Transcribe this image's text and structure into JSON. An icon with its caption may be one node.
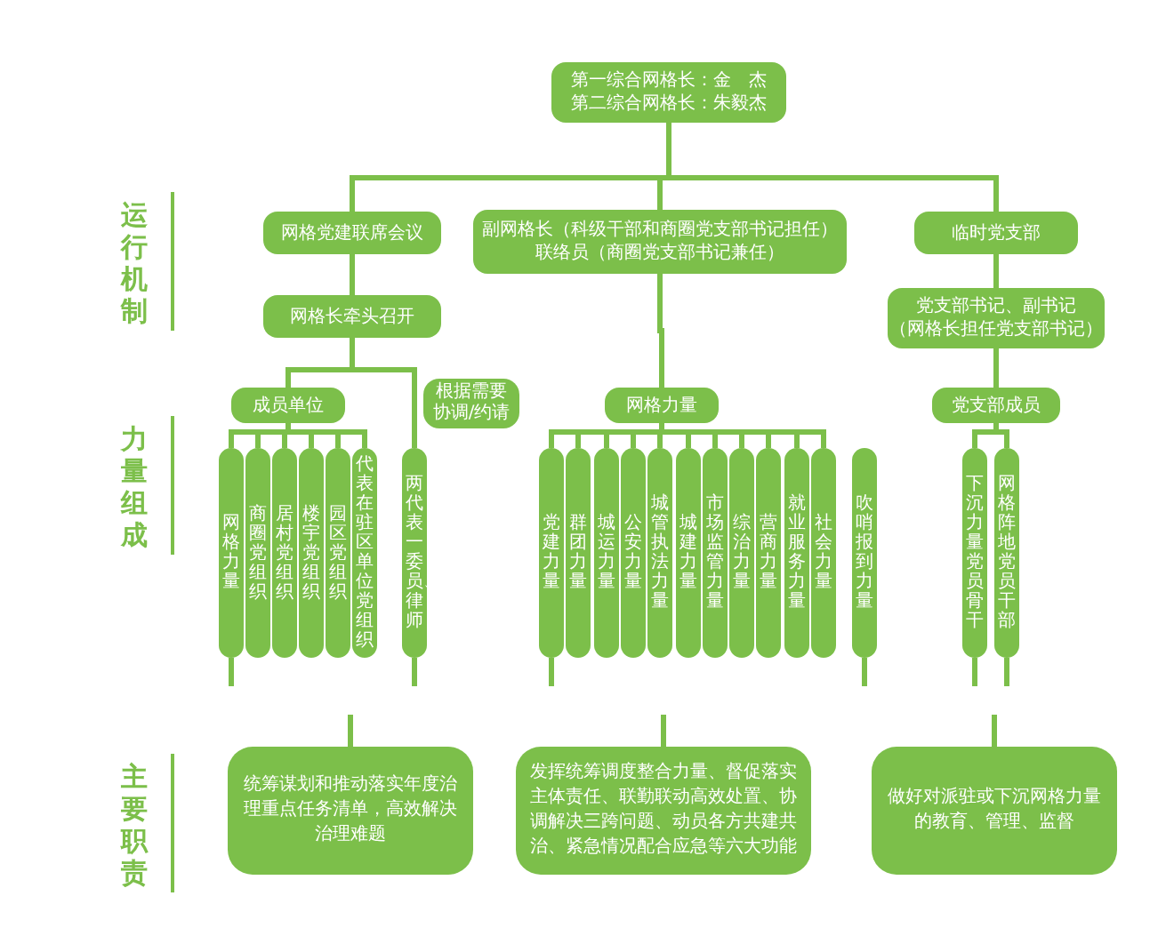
{
  "diagram": {
    "nodes": [
      {
        "text": [
          "第一综合网格长：金　杰",
          "第二综合网格长：朱毅杰"
        ]
      },
      {
        "text": [
          "网格党建联席会议"
        ]
      },
      {
        "text": [
          "副网格长（科级干部和商圈党支部书记担任）",
          "联络员（商圈党支部书记兼任）"
        ]
      },
      {
        "text": [
          "临时党支部"
        ]
      },
      {
        "text": [
          "网格长牵头召开"
        ]
      },
      {
        "text": [
          "党支部书记、副书记",
          "（网格长担任党支部书记）"
        ]
      },
      {
        "text": [
          "成员单位"
        ]
      },
      {
        "text": [
          "网格力量"
        ]
      },
      {
        "text": [
          "党支部成员"
        ]
      },
      {
        "text": [
          "网格力量"
        ]
      },
      {
        "text": [
          "商圈党组织"
        ]
      },
      {
        "text": [
          "居村党组织"
        ]
      },
      {
        "text": [
          "楼宇党组织"
        ]
      },
      {
        "text": [
          "园区党组织"
        ]
      },
      {
        "text": [
          "代表在驻区单位党组织"
        ]
      },
      {
        "text": [
          "两代表一委员、律师"
        ]
      },
      {
        "text": [
          "党建力量"
        ]
      },
      {
        "text": [
          "群团力量"
        ]
      },
      {
        "text": [
          "城运力量"
        ]
      },
      {
        "text": [
          "公安力量"
        ]
      },
      {
        "text": [
          "城管执法力量"
        ]
      },
      {
        "text": [
          "城建力量"
        ]
      },
      {
        "text": [
          "市场监管力量"
        ]
      },
      {
        "text": [
          "综治力量"
        ]
      },
      {
        "text": [
          "营商力量"
        ]
      },
      {
        "text": [
          "就业服务力量"
        ]
      },
      {
        "text": [
          "社会力量"
        ]
      },
      {
        "text": [
          "吹哨报到力量"
        ]
      },
      {
        "text": [
          "下沉力量党员骨干"
        ]
      },
      {
        "text": [
          "网格阵地党员干部"
        ]
      },
      {
        "text": [
          "统筹谋划和推动落实年度治理重点任务清单，高效解决治理难题"
        ]
      },
      {
        "text": [
          "发挥统筹调度整合力量、督促落实主体责任、联勤联动高效处置、协调解决三跨问题、动员各方共建共治、紧急情况配合应急等六大功能"
        ]
      },
      {
        "text": [
          "做好对派驻或下沉网格力量的教育、管理、监督"
        ]
      }
    ],
    "edges": [
      {
        "from": 0,
        "to": 1,
        "arrow": "none"
      },
      {
        "from": 0,
        "to": 2,
        "arrow": "none"
      },
      {
        "from": 0,
        "to": 3,
        "arrow": "none"
      },
      {
        "from": 1,
        "to": 4,
        "arrow": "none"
      },
      {
        "from": 4,
        "to": 6,
        "arrow": "none"
      },
      {
        "from": 4,
        "to": 15,
        "arrow": "none",
        "label": "根据需要协调/约请"
      },
      {
        "from": 6,
        "to": 9,
        "arrow": "none"
      },
      {
        "from": 6,
        "to": 10,
        "arrow": "none"
      },
      {
        "from": 6,
        "to": 11,
        "arrow": "none"
      },
      {
        "from": 6,
        "to": 12,
        "arrow": "none"
      },
      {
        "from": 6,
        "to": 13,
        "arrow": "none"
      },
      {
        "from": 6,
        "to": 14,
        "arrow": "none"
      },
      {
        "from": 2,
        "to": 7,
        "arrow": "none"
      },
      {
        "from": 7,
        "to": 16,
        "arrow": "none"
      },
      {
        "from": 7,
        "to": 17,
        "arrow": "none"
      },
      {
        "from": 7,
        "to": 18,
        "arrow": "none"
      },
      {
        "from": 7,
        "to": 19,
        "arrow": "none"
      },
      {
        "from": 7,
        "to": 20,
        "arrow": "none"
      },
      {
        "from": 7,
        "to": 21,
        "arrow": "none"
      },
      {
        "from": 7,
        "to": 22,
        "arrow": "none"
      },
      {
        "from": 7,
        "to": 23,
        "arrow": "none"
      },
      {
        "from": 7,
        "to": 24,
        "arrow": "none"
      },
      {
        "from": 7,
        "to": 25,
        "arrow": "none"
      },
      {
        "from": 7,
        "to": 26,
        "arrow": "none"
      },
      {
        "from": 3,
        "to": 5,
        "arrow": "none"
      },
      {
        "from": 5,
        "to": 8,
        "arrow": "none"
      },
      {
        "from": 8,
        "to": 28,
        "arrow": "none"
      },
      {
        "from": 8,
        "to": 29,
        "arrow": "none"
      },
      {
        "from": 9,
        "to": null,
        "arrow": "none"
      },
      {
        "from": 15,
        "to": null,
        "arrow": "none"
      },
      {
        "from": 16,
        "to": null,
        "arrow": "none"
      },
      {
        "from": 27,
        "to": null,
        "arrow": "none"
      },
      {
        "from": 28,
        "to": null,
        "arrow": "none"
      },
      {
        "from": 29,
        "to": null,
        "arrow": "none"
      },
      {
        "from": null,
        "to": 30,
        "arrow": "none"
      },
      {
        "from": null,
        "to": 31,
        "arrow": "none"
      },
      {
        "from": null,
        "to": 32,
        "arrow": "none"
      }
    ],
    "labels": [
      "运行机制",
      "力量组成",
      "主要职责"
    ]
  }
}
